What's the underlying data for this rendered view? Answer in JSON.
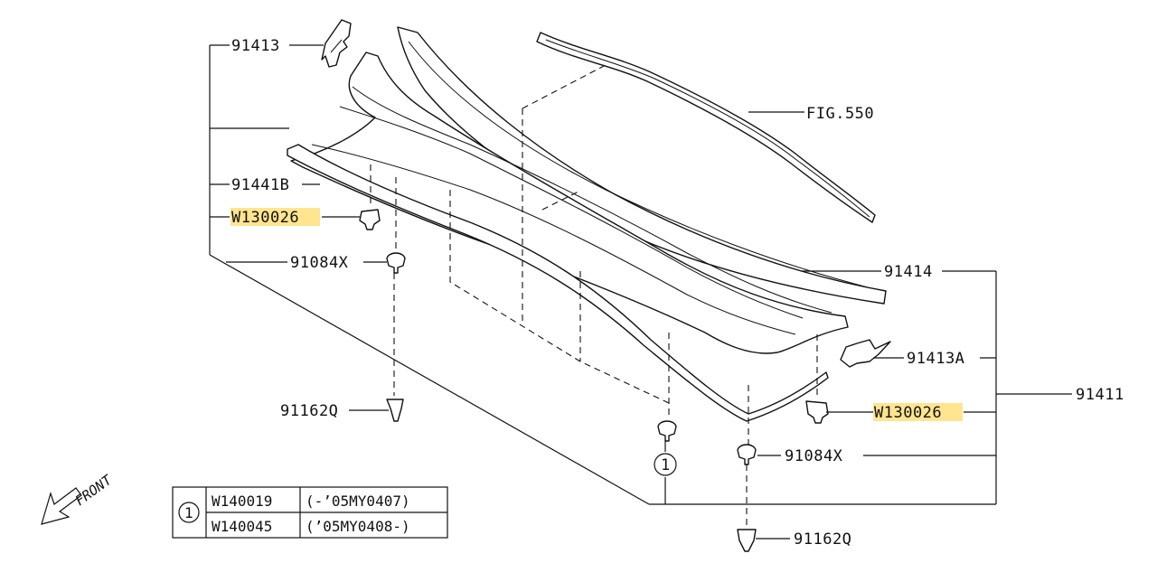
{
  "labels": {
    "p91413": "91413",
    "fig550": "FIG.550",
    "p91441b": "91441B",
    "w130026_left": "W130026",
    "p91084x_left": "91084X",
    "p91414": "91414",
    "p91413a": "91413A",
    "p91411": "91411",
    "w130026_right": "W130026",
    "p91084x_right": "91084X",
    "p91162q_left": "91162Q",
    "p91162q_right": "91162Q",
    "callout_1": "1"
  },
  "front_label": "FRONT",
  "legend": {
    "ref": "1",
    "rows": [
      {
        "part": "W140019",
        "applicability": "(-’05MY0407)"
      },
      {
        "part": "W140045",
        "applicability": "(’05MY0408-)"
      }
    ]
  },
  "highlight_color": "#ffe58f",
  "icons": {
    "front_arrow": "arrow-left-down-icon",
    "clip": "clip-icon",
    "grommet": "grommet-icon"
  }
}
